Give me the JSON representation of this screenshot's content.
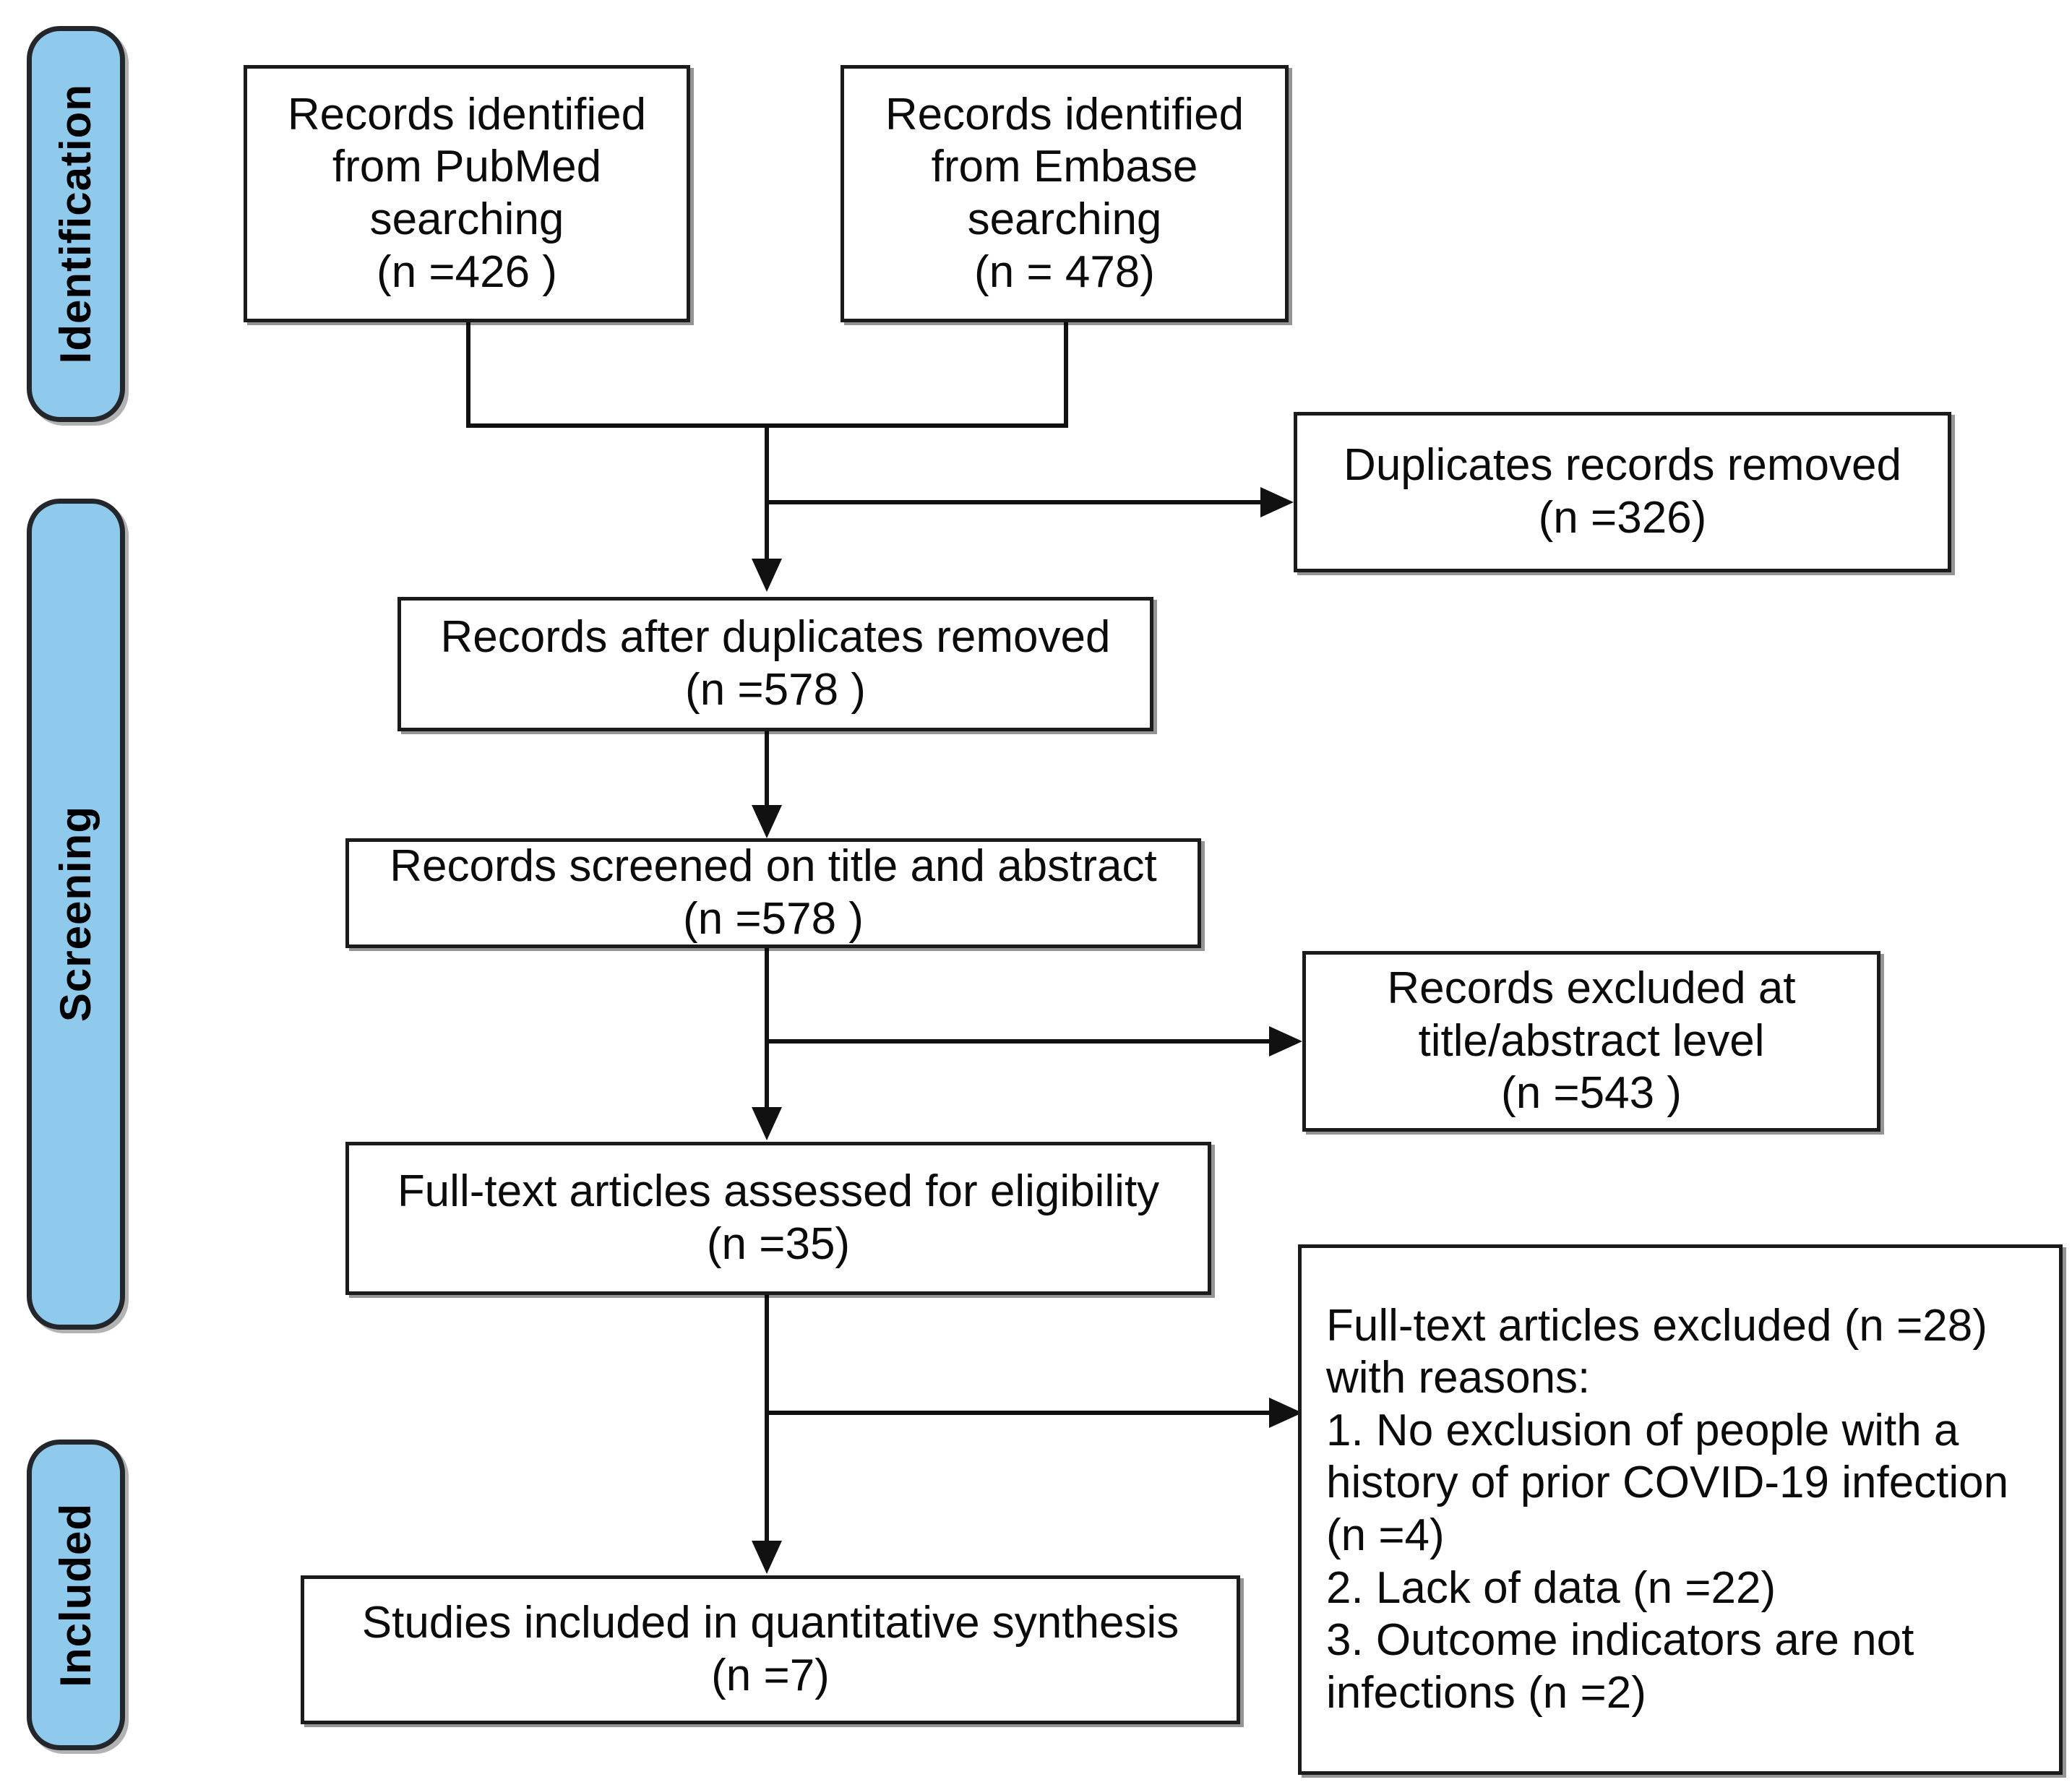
{
  "diagram": {
    "title": "PRISMA flow diagram",
    "accent_blue": "#8FCAEC",
    "line_color": "#111111",
    "box_border_color": "#1b1b1b",
    "background": "#ffffff"
  },
  "stages": [
    {
      "id": "identification",
      "label": "Identification"
    },
    {
      "id": "screening",
      "label": "Screening"
    },
    {
      "id": "included",
      "label": "Included"
    }
  ],
  "nodes": {
    "pubmed": {
      "label": "Records identified\nfrom PubMed\nsearching\n(n =426 )",
      "count": 426,
      "source": "PubMed"
    },
    "embase": {
      "label": "Records identified\nfrom Embase\nsearching\n(n = 478)",
      "count": 478,
      "source": "Embase"
    },
    "duplicates_removed": {
      "label": "Duplicates records removed\n(n =326)",
      "count": 326
    },
    "after_duplicates": {
      "label": "Records after duplicates removed\n(n =578 )",
      "count": 578
    },
    "screened": {
      "label": "Records screened on title and abstract\n(n =578 )",
      "count": 578
    },
    "excluded_title_abstract": {
      "label": "Records excluded at\ntitle/abstract level\n(n =543 )",
      "count": 543
    },
    "fulltext_assessed": {
      "label": "Full-text articles assessed for eligibility\n(n =35)",
      "count": 35
    },
    "fulltext_excluded": {
      "label": "Full-text articles excluded (n =28)\nwith reasons:\n1. No exclusion of people with a\nhistory of prior COVID-19 infection\n(n =4)\n2. Lack of data (n =22)\n3. Outcome indicators are not\ninfections (n =2)",
      "count": 28,
      "reasons": [
        {
          "number": "1.",
          "text": "No exclusion of people with a history of prior COVID-19 infection",
          "count": 4
        },
        {
          "number": "2.",
          "text": "Lack of data",
          "count": 22
        },
        {
          "number": "3.",
          "text": "Outcome indicators are not infections",
          "count": 2
        }
      ]
    },
    "studies_included": {
      "label": "Studies included in quantitative synthesis\n(n =7)",
      "count": 7
    }
  }
}
